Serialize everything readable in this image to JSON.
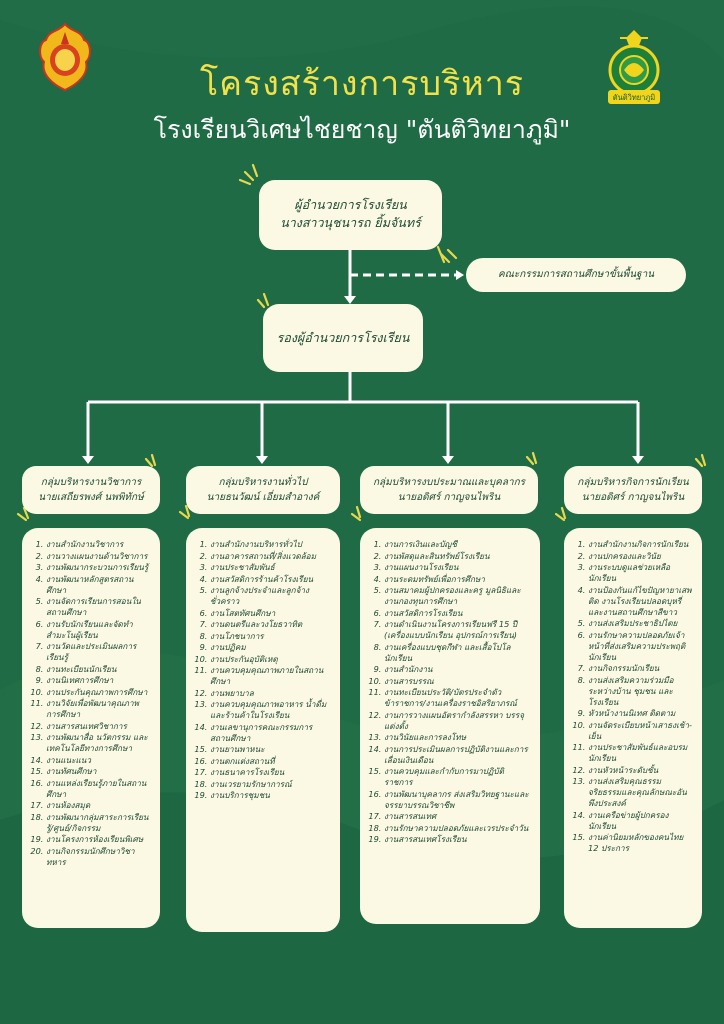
{
  "header": {
    "title": "โครงสร้างการบริหาร",
    "subtitle": "โรงเรียนวิเศษไชยชาญ \"ตันติวิทยาภูมิ\""
  },
  "colors": {
    "background": "#1f6b45",
    "card": "#fbf8e4",
    "title": "#f2e14a",
    "text": "#1f4a33",
    "accent": "#e8d84a"
  },
  "icons": [
    "obec-logo",
    "school-logo",
    "sparkle-icon"
  ],
  "right_logo": {
    "banner_text": "ตันติวิทยาภูมิ"
  },
  "director": {
    "role": "ผู้อำนวยการโรงเรียน",
    "name": "นางสาวนุชนารถ ยิ้มจันทร์"
  },
  "committee": {
    "label": "คณะกรรมการสถานศึกษาขั้นพื้นฐาน"
  },
  "deputy": {
    "role": "รองผู้อำนวยการโรงเรียน"
  },
  "groups": [
    {
      "title": "กลุ่มบริหารงานวิชาการ",
      "head": "นายเสถียรพงศ์ นพพิทักษ์",
      "items": [
        "งานสำนักงานวิชาการ",
        "งานวางแผนงานด้านวิชาการ",
        "งานพัฒนากระบวนการเรียนรู้",
        "งานพัฒนาหลักสูตรสถานศึกษา",
        "งานจัดการเรียนการสอนในสถานศึกษา",
        "งานรับนักเรียนและจัดทำสำมะโนผู้เรียน",
        "งานวัดและประเมินผลการเรียนรู้",
        "งานทะเบียนนักเรียน",
        "งานนิเทศการศึกษา",
        "งานประกันคุณภาพการศึกษา",
        "งานวิจัยเพื่อพัฒนาคุณภาพการศึกษา",
        "งานสารสนเทศวิชาการ",
        "งานพัฒนาสื่อ นวัตกรรม และเทคโนโลยีทางการศึกษา",
        "งานแนะแนว",
        "งานทัศนศึกษา",
        "งานแหล่งเรียนรู้ภายในสถานศึกษา",
        "งานห้องสมุด",
        "งานพัฒนากลุ่มสาระการเรียนรู้/ศูนย์/กิจกรรม",
        "งานโครงการห้องเรียนพิเศษ",
        "งานกิจกรรมนักศึกษาวิชาทหาร"
      ]
    },
    {
      "title": "กลุ่มบริหารงานทั่วไป",
      "head": "นายธนวัฒน์ เอี่ยมสำอางค์",
      "items": [
        "งานสำนักงานบริหารทั่วไป",
        "งานอาคารสถานที่/สิ่งแวดล้อม",
        "งานประชาสัมพันธ์",
        "งานสวัสดิการร้านค้าโรงเรียน",
        "งานลูกจ้างประจำและลูกจ้างชั่วคราว",
        "งานโสตทัศนศึกษา",
        "งานดนตรีและวงโยธวาทิต",
        "งานโภชนาการ",
        "งานปฏิคม",
        "งานประกันอุบัติเหตุ",
        "งานควบคุมคุณภาพภายในสถานศึกษา",
        "งานพยาบาล",
        "งานควบคุมคุณภาพอาหาร น้ำดื่มและร้านค้าในโรงเรียน",
        "งานเลขานุการคณะกรรมการสถานศึกษา",
        "งานยานพาหนะ",
        "งานตกแต่งสถานที่",
        "งานธนาคารโรงเรียน",
        "งานเวรยามรักษาการณ์",
        "งานบริการชุมชน"
      ]
    },
    {
      "title": "กลุ่มบริหารงบประมาณและบุคลากร",
      "head": "นายอดิศร์ กาญจนไพริน",
      "items": [
        "งานการเงินและบัญชี",
        "งานพัสดุและสินทรัพย์โรงเรียน",
        "งานแผนงานโรงเรียน",
        "งานระดมทรัพย์เพื่อการศึกษา",
        "งานสมาคมผู้ปกครองและครู มูลนิธิและงานกองทุนการศึกษา",
        "งานสวัสดิการโรงเรียน",
        "งานดำเนินงานโครงการเรียนฟรี 15 ปี (เครื่องแบบนักเรียน อุปกรณ์การเรียน)",
        "งานเครื่องแบบชุดกีฬา และเสื้อโปโลนักเรียน",
        "งานสำนักงาน",
        "งานสารบรรณ",
        "งานทะเบียนประวัติ/บัตรประจำตัวข้าราชการ/งานเครื่องราชอิสริยาภรณ์",
        "งานการวางแผนอัตรากำลังสรรหา บรรจุแต่งตั้ง",
        "งานวินัยและการลงโทษ",
        "งานการประเมินผลการปฏิบัติงานและการเลื่อนเงินเดือน",
        "งานควบคุมและกำกับการมาปฏิบัติราชการ",
        "งานพัฒนาบุคลากร ส่งเสริมวิทยฐานะและจรรยาบรรณวิชาชีพ",
        "งานสารสนเทศ",
        "งานรักษาความปลอดภัยและเวรประจำวัน",
        "งานสารสนเทศโรงเรียน"
      ]
    },
    {
      "title": "กลุ่มบริหารกิจการนักเรียน",
      "head": "นายอดิศร์ กาญจนไพริน",
      "items": [
        "งานสำนักงานกิจการนักเรียน",
        "งานปกครองและวินัย",
        "งานระบบดูแลช่วยเหลือนักเรียน",
        "งานป้องกันแก้ไขปัญหายาเสพติด งานโรงเรียนปลอดบุหรี่และงานสถานศึกษาสีขาว",
        "งานส่งเสริมประชาธิปไตย",
        "งานรักษาความปลอดภัยเจ้าหน้าที่ส่งเสริมความประพฤตินักเรียน",
        "งานกิจกรรมนักเรียน",
        "งานส่งเสริมความร่วมมือระหว่างบ้าน ชุมชน และโรงเรียน",
        "หัวหน้างานนิเทศ ติดตาม",
        "งานจัดระเบียบหน้าเสาธงเช้า-เย็น",
        "งานประชาสัมพันธ์และอบรมนักเรียน",
        "งานหัวหน้าระดับชั้น",
        "งานส่งเสริมคุณธรรม จริยธรรมและคุณลักษณะอันพึงประสงค์",
        "งานเครือข่ายผู้ปกครองนักเรียน",
        "งานค่านิยมหลักของคนไทย 12 ประการ"
      ]
    }
  ]
}
